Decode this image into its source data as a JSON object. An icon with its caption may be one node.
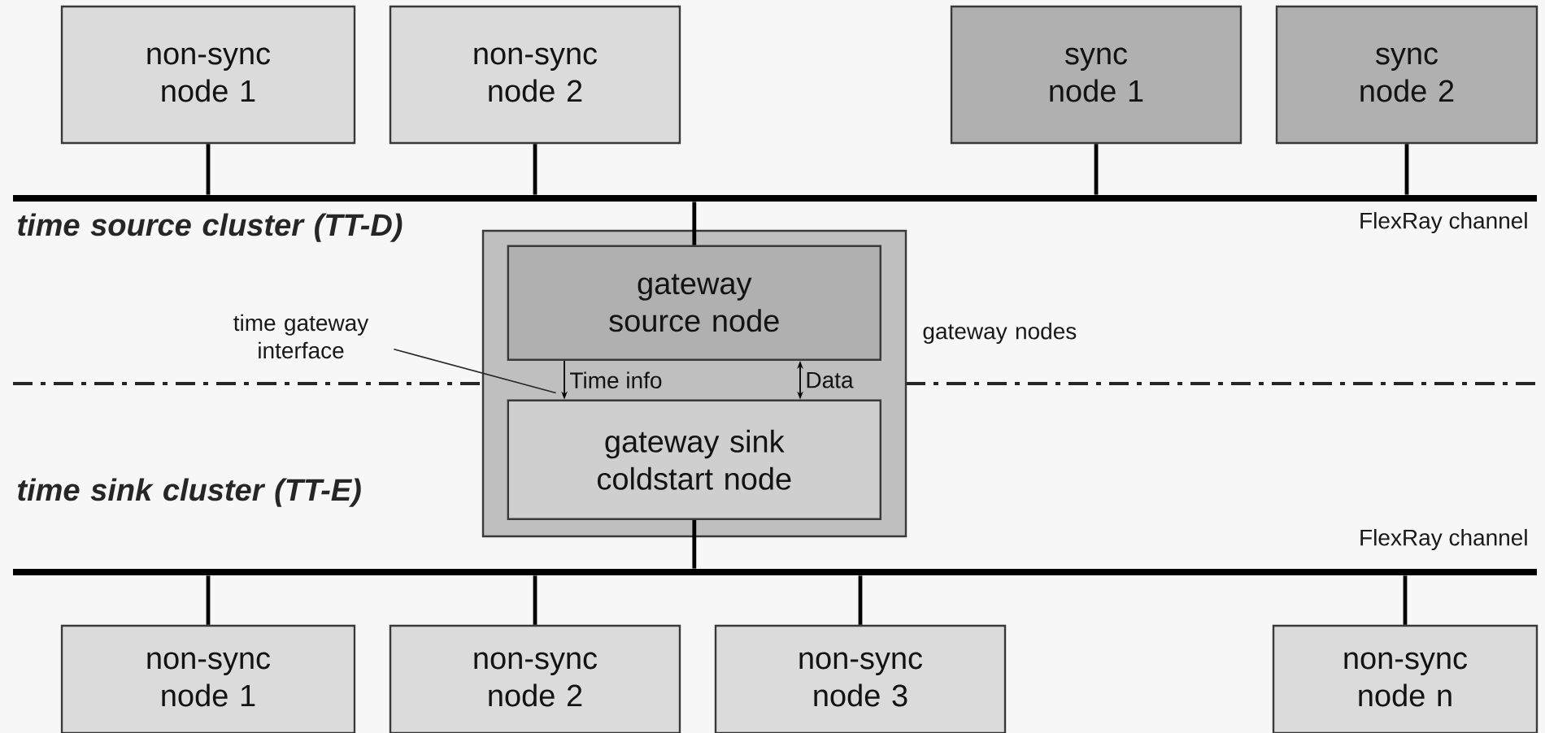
{
  "diagram": {
    "nodes": [
      {
        "text": [
          "non-sync node 1"
        ]
      },
      {
        "text": [
          "non-sync node 2"
        ]
      },
      {
        "text": [
          "sync node 1"
        ]
      },
      {
        "text": [
          "sync node 2"
        ]
      },
      {
        "text": [],
        "shape": "bar",
        "beside": [
          "FlexRay channel"
        ]
      },
      {
        "text": [],
        "shape": "box",
        "beside": [
          "gateway nodes"
        ]
      },
      {
        "text": [
          "gateway source node"
        ],
        "in": 5
      },
      {
        "text": [
          "gateway sink coldstart node"
        ],
        "in": 5
      },
      {
        "text": [],
        "shape": "bar",
        "beside": [
          "FlexRay channel"
        ]
      },
      {
        "text": [
          "non-sync node 1"
        ]
      },
      {
        "text": [
          "non-sync node 2"
        ]
      },
      {
        "text": [
          "non-sync node 3"
        ]
      },
      {
        "text": [
          "non-sync node n"
        ]
      },
      {
        "text": [
          "time gateway interface"
        ]
      }
    ],
    "edges": [
      {
        "from": 0,
        "to": 4,
        "arrow": "none"
      },
      {
        "from": 1,
        "to": 4,
        "arrow": "none"
      },
      {
        "from": 2,
        "to": 4,
        "arrow": "none"
      },
      {
        "from": 3,
        "to": 4,
        "arrow": "none"
      },
      {
        "from": 4,
        "to": 6,
        "arrow": "none"
      },
      {
        "from": 6,
        "to": 7,
        "arrow": "to",
        "label": "Time info"
      },
      {
        "from": 6,
        "to": 7,
        "arrow": "both",
        "label": "Data"
      },
      {
        "from": 7,
        "to": 8,
        "arrow": "none"
      },
      {
        "from": 8,
        "to": 9,
        "arrow": "none"
      },
      {
        "from": 8,
        "to": 10,
        "arrow": "none"
      },
      {
        "from": 8,
        "to": 11,
        "arrow": "none"
      },
      {
        "from": 8,
        "to": 12,
        "arrow": "none"
      },
      {
        "from": 13,
        "to": 7,
        "arrow": "none"
      }
    ],
    "labels": [
      "time source cluster (TT-D)",
      "time sink cluster (TT-E)"
    ]
  }
}
